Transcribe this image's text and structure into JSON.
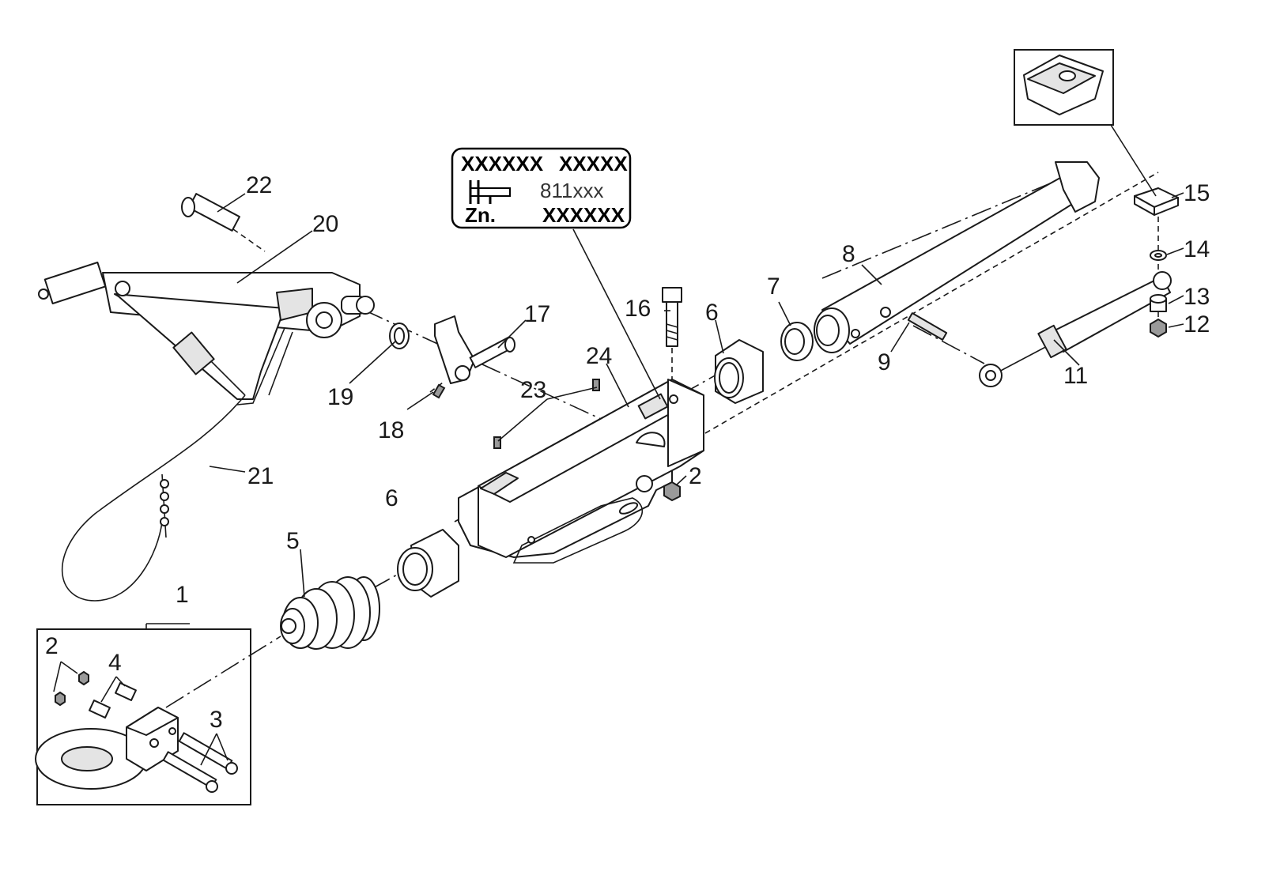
{
  "nameplate": {
    "row1_left": "XXXXXX",
    "row1_right": "XXXXX",
    "row2_right": "811xxx",
    "row3_left": "Zn.",
    "row3_right": "XXXXXX"
  },
  "callouts": {
    "c1": "1",
    "c2_inset": "2",
    "c2_main": "2",
    "c3": "3",
    "c4": "4",
    "c5": "5",
    "c6_front": "6",
    "c6_rear": "6",
    "c7": "7",
    "c8": "8",
    "c9": "9",
    "c11": "11",
    "c12": "12",
    "c13": "13",
    "c14": "14",
    "c15": "15",
    "c16": "16",
    "c17": "17",
    "c18": "18",
    "c19": "19",
    "c20": "20",
    "c21": "21",
    "c22": "22",
    "c23": "23",
    "c24": "24"
  }
}
